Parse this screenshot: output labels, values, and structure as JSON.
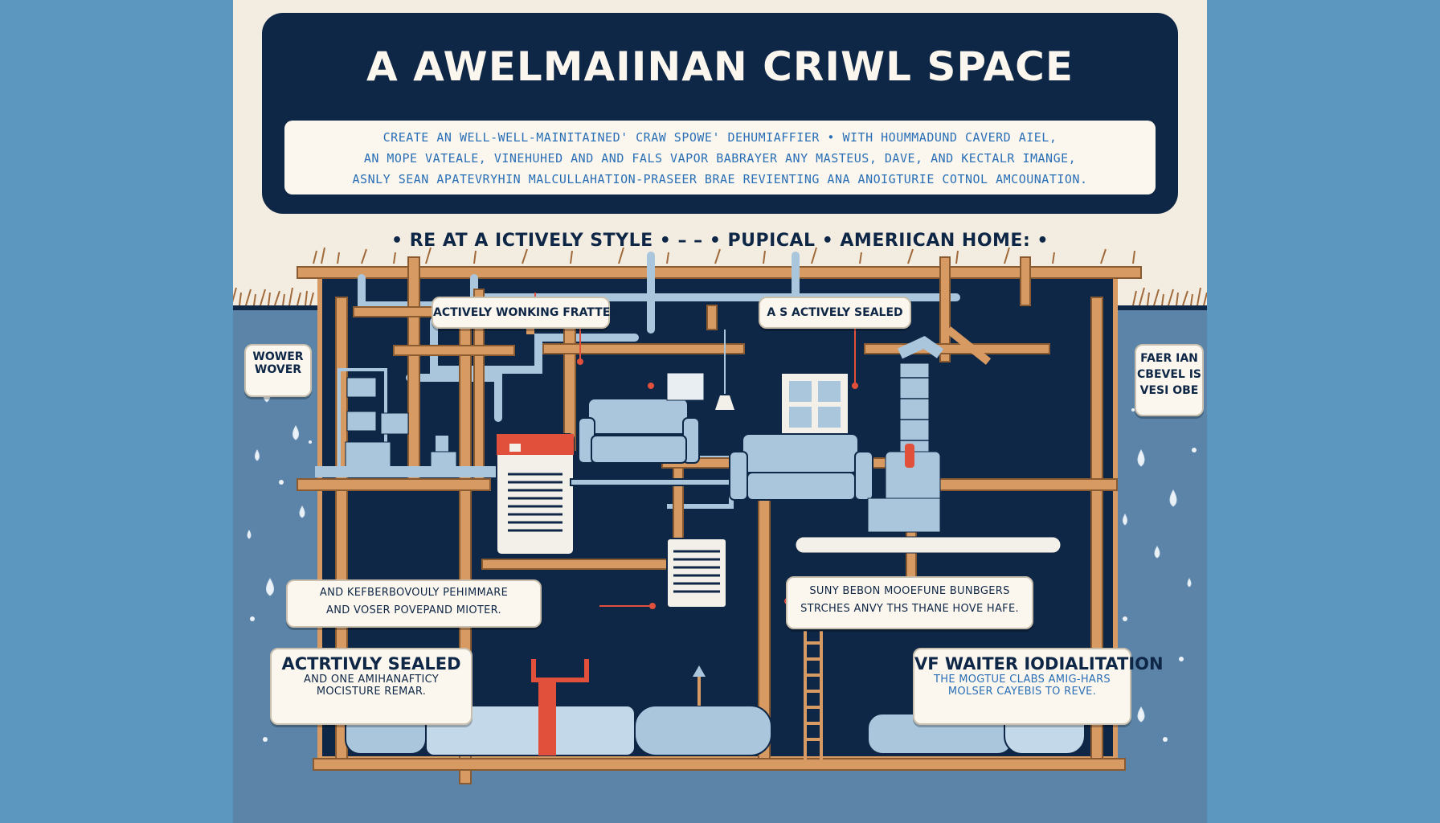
{
  "header": {
    "title": "A AWELMAIINAN CRIWL SPACE",
    "description_lines": [
      "CREATE AN WELL-WELL-MAINITAINED' CRAW SPOWE' DEHUMIAFFIER • WITH HOUMMADUND CAVERD AIEL,",
      "AN MOPE VATEALE, VINEHUHED AND AND FALS VAPOR BABRAYER ANY MASTEUS, DAVE, AND KECTALR IMANGE,",
      "ASNLY SEAN APATEVRYHIN MALCULLAHATION-PRASEER BRAE REVIENTING ANA ANOIGTURIE COTNOL AMCOUNATION."
    ]
  },
  "subtitle": "• RE AT A ICTIVELY STYLE • – – • PUPICAL • AMERIICAN HOME: •",
  "callouts": {
    "top_center_left": {
      "lines": [
        "ACTIVELY WONKING FRATTER"
      ]
    },
    "top_center_right": {
      "lines": [
        "A S ACTIVELY SEALED"
      ]
    },
    "left_upper": {
      "lines": [
        "WOWER",
        "WOVER"
      ]
    },
    "right_upper": {
      "lines": [
        "FAER IAN",
        "CBEVEL IS",
        "VESI OBE"
      ]
    },
    "mid_left": {
      "lines": [
        "AND KEFBERBOVOULY PEHIMMARE",
        "AND VOSER POVEPAND MIOTER."
      ]
    },
    "mid_right": {
      "lines": [
        "SUNY BEBON MOOEFUNE BUNBGERS",
        "STRCHES ANVY THS THANE HOVE HAFE."
      ]
    },
    "lower_left": {
      "heading": "ACTRTIVLY SEALED",
      "lines": [
        "AND ONE AMIHANAFTICY",
        "MOCISTURE REMAR."
      ]
    },
    "lower_right": {
      "heading": "VF WAITER IODIALITATION",
      "lines": [
        "THE MOGTUE CLABS AMIG-HARS",
        "MOLSER CAYEBIS TO REVE."
      ]
    }
  },
  "colors": {
    "background": "#5b97bf",
    "panel": "#f2ece1",
    "navy": "#0f2747",
    "wood": "#d79a63",
    "accent_blue": "#2a6fb6",
    "ground": "#5b84a8",
    "furniture": "#a9c6dd",
    "accent_red": "#e0503b"
  },
  "icons": [
    "water-droplet-icon",
    "dehumidifier-icon",
    "sofa-icon",
    "window-icon",
    "lamp-icon",
    "vent-duct-icon",
    "water-heater-icon",
    "ladder-icon",
    "grass-icon"
  ]
}
